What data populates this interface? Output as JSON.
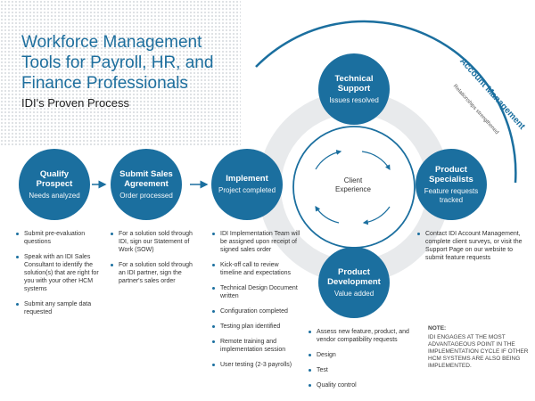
{
  "header": {
    "title": "Workforce Management Tools for Payroll, HR, and Finance Professionals",
    "subtitle": "IDI's Proven Process"
  },
  "colors": {
    "primary": "#1b6f9f",
    "title": "#1e6f9e",
    "ring": "#e6e8ea"
  },
  "account_management": {
    "title": "Account Management",
    "subtitle": "Relationships strengthened"
  },
  "center": {
    "label": "Client Experience"
  },
  "steps": [
    {
      "title": "Qualify Prospect",
      "status": "Needs analyzed",
      "items": [
        "Submit pre-evaluation questions",
        "Speak with an IDI Sales Consultant to identify the solution(s) that are right for you with your other HCM systems",
        "Submit any sample data requested"
      ]
    },
    {
      "title": "Submit Sales Agreement",
      "status": "Order processed",
      "items": [
        "For a solution sold through IDI, sign our Statement of Work (SOW)",
        "For a solution sold through an IDI partner, sign the partner's sales order"
      ]
    },
    {
      "title": "Implement",
      "status": "Project completed",
      "items": [
        "IDI Implementation Team will be assigned upon receipt of signed sales order",
        "Kick-off call to review timeline and expectations",
        "Technical Design Document written",
        "Configuration completed",
        "Testing plan identified",
        "Remote training and implementation session",
        "User testing (2-3 payrolls)"
      ]
    }
  ],
  "cycle": [
    {
      "title": "Technical Support",
      "status": "Issues resolved"
    },
    {
      "title": "Product Specialists",
      "status": "Feature requests tracked",
      "text": "Contact IDI Account Management, complete client surveys, or visit the Support Page on our website to submit feature requests"
    },
    {
      "title": "Product Development",
      "status": "Value added",
      "items": [
        "Assess new feature, product, and vendor compatibility requests",
        "Design",
        "Test",
        "Quality control"
      ]
    }
  ],
  "note": {
    "heading": "NOTE:",
    "text": "IDI engages at the most advantageous point in the implementation cycle if other HCM systems are also being implemented."
  }
}
